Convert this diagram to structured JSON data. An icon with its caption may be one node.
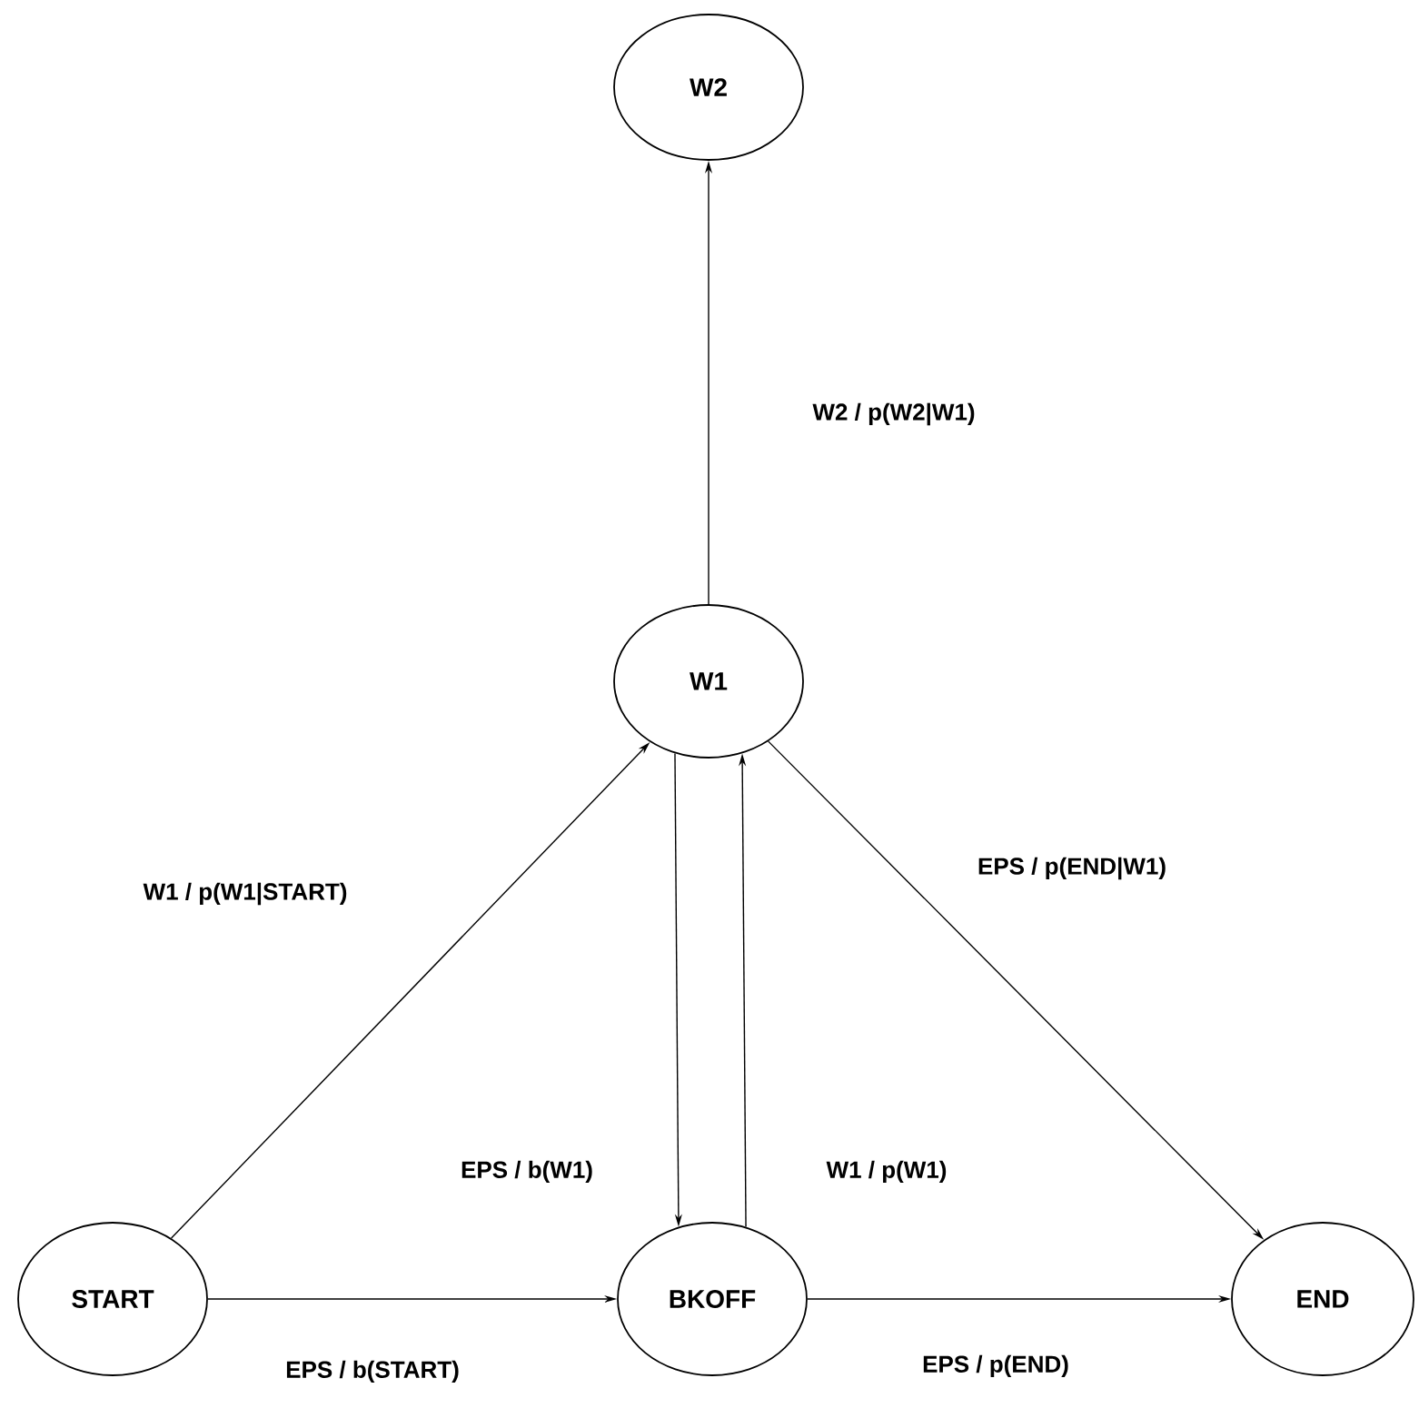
{
  "diagram": {
    "nodes": [
      {
        "text": [
          "W2"
        ]
      },
      {
        "text": [
          "W1"
        ]
      },
      {
        "text": [
          "START"
        ]
      },
      {
        "text": [
          "BKOFF"
        ]
      },
      {
        "text": [
          "END"
        ]
      }
    ],
    "edges": [
      {
        "from": 1,
        "to": 0,
        "arrow": "to",
        "label": "W2 / p(W2|W1)"
      },
      {
        "from": 2,
        "to": 1,
        "arrow": "to",
        "label": "W1 / p(W1|START)"
      },
      {
        "from": 1,
        "to": 4,
        "arrow": "to",
        "label": "EPS / p(END|W1)"
      },
      {
        "from": 1,
        "to": 3,
        "arrow": "to",
        "label": "EPS / b(W1)"
      },
      {
        "from": 3,
        "to": 1,
        "arrow": "to",
        "label": "W1 / p(W1)"
      },
      {
        "from": 2,
        "to": 3,
        "arrow": "to",
        "label": "EPS / b(START)"
      },
      {
        "from": 3,
        "to": 4,
        "arrow": "to",
        "label": "EPS / p(END)"
      }
    ]
  }
}
